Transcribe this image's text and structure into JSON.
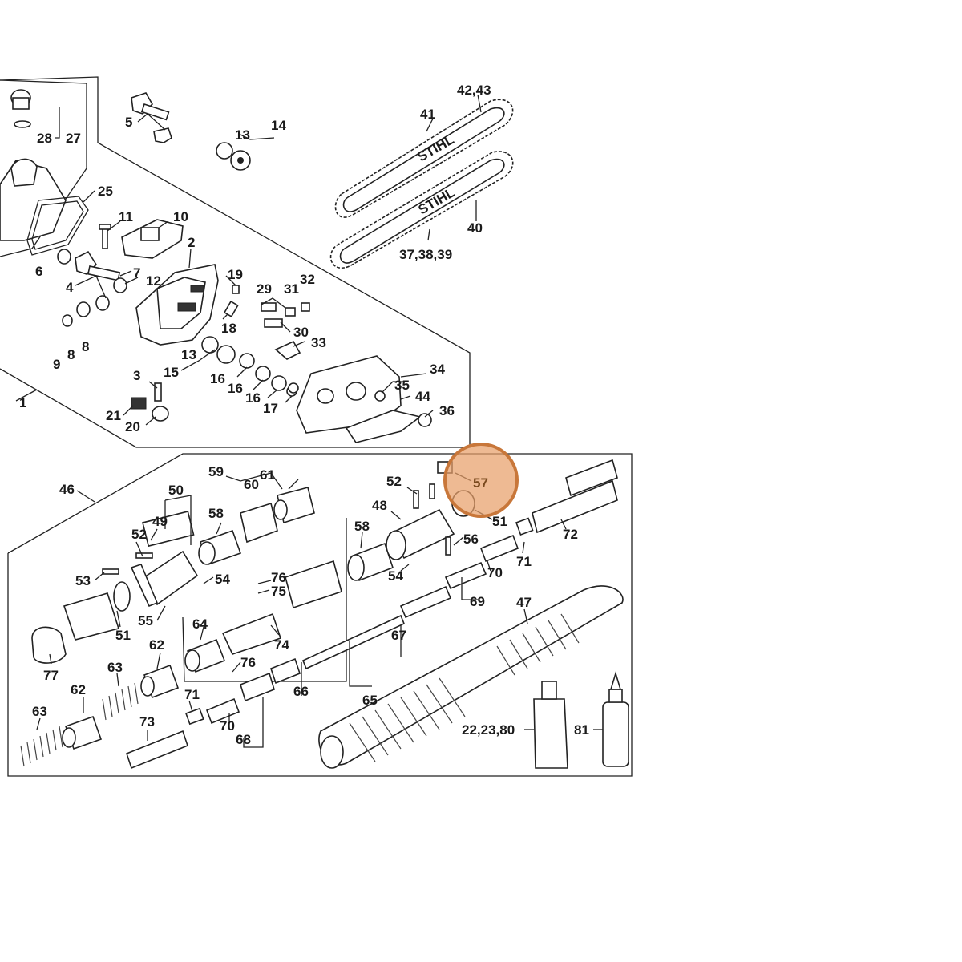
{
  "diagram": {
    "labels": {
      "p1": "1",
      "p2": "2",
      "p3": "3",
      "p4": "4",
      "p5": "5",
      "p6": "6",
      "p7": "7",
      "p8a": "8",
      "p8b": "8",
      "p9": "9",
      "p10": "10",
      "p11": "11",
      "p12": "12",
      "p13a": "13",
      "p13b": "13",
      "p14": "14",
      "p15": "15",
      "p16a": "16",
      "p16b": "16",
      "p16c": "16",
      "p17": "17",
      "p18": "18",
      "p19": "19",
      "p20": "20",
      "p21": "21",
      "p22": "22,23,80",
      "p25": "25",
      "p27": "27",
      "p28": "28",
      "p29": "29",
      "p30": "30",
      "p31": "31",
      "p32": "32",
      "p33": "33",
      "p34": "34",
      "p35": "35",
      "p36": "36",
      "p37": "37,38,39",
      "p40": "40",
      "p41": "41",
      "p42": "42,43",
      "p44": "44",
      "p46": "46",
      "p47": "47",
      "p48": "48",
      "p49": "49",
      "p50": "50",
      "p51a": "51",
      "p51b": "51",
      "p52a": "52",
      "p52b": "52",
      "p53": "53",
      "p54a": "54",
      "p54b": "54",
      "p55": "55",
      "p56": "56",
      "p57": "57",
      "p58a": "58",
      "p58b": "58",
      "p59": "59",
      "p60": "60",
      "p61": "61",
      "p62a": "62",
      "p62b": "62",
      "p63a": "63",
      "p63b": "63",
      "p64": "64",
      "p65": "65",
      "p66": "66",
      "p67": "67",
      "p68": "68",
      "p69": "69",
      "p70a": "70",
      "p70b": "70",
      "p71a": "71",
      "p71b": "71",
      "p72": "72",
      "p73": "73",
      "p74": "74",
      "p75": "75",
      "p76a": "76",
      "p76b": "76",
      "p77": "77",
      "p81": "81"
    },
    "brand_text": "STIHL",
    "highlight": {
      "part": "57",
      "color": "#e8a06a",
      "stroke": "#c8773a"
    }
  }
}
